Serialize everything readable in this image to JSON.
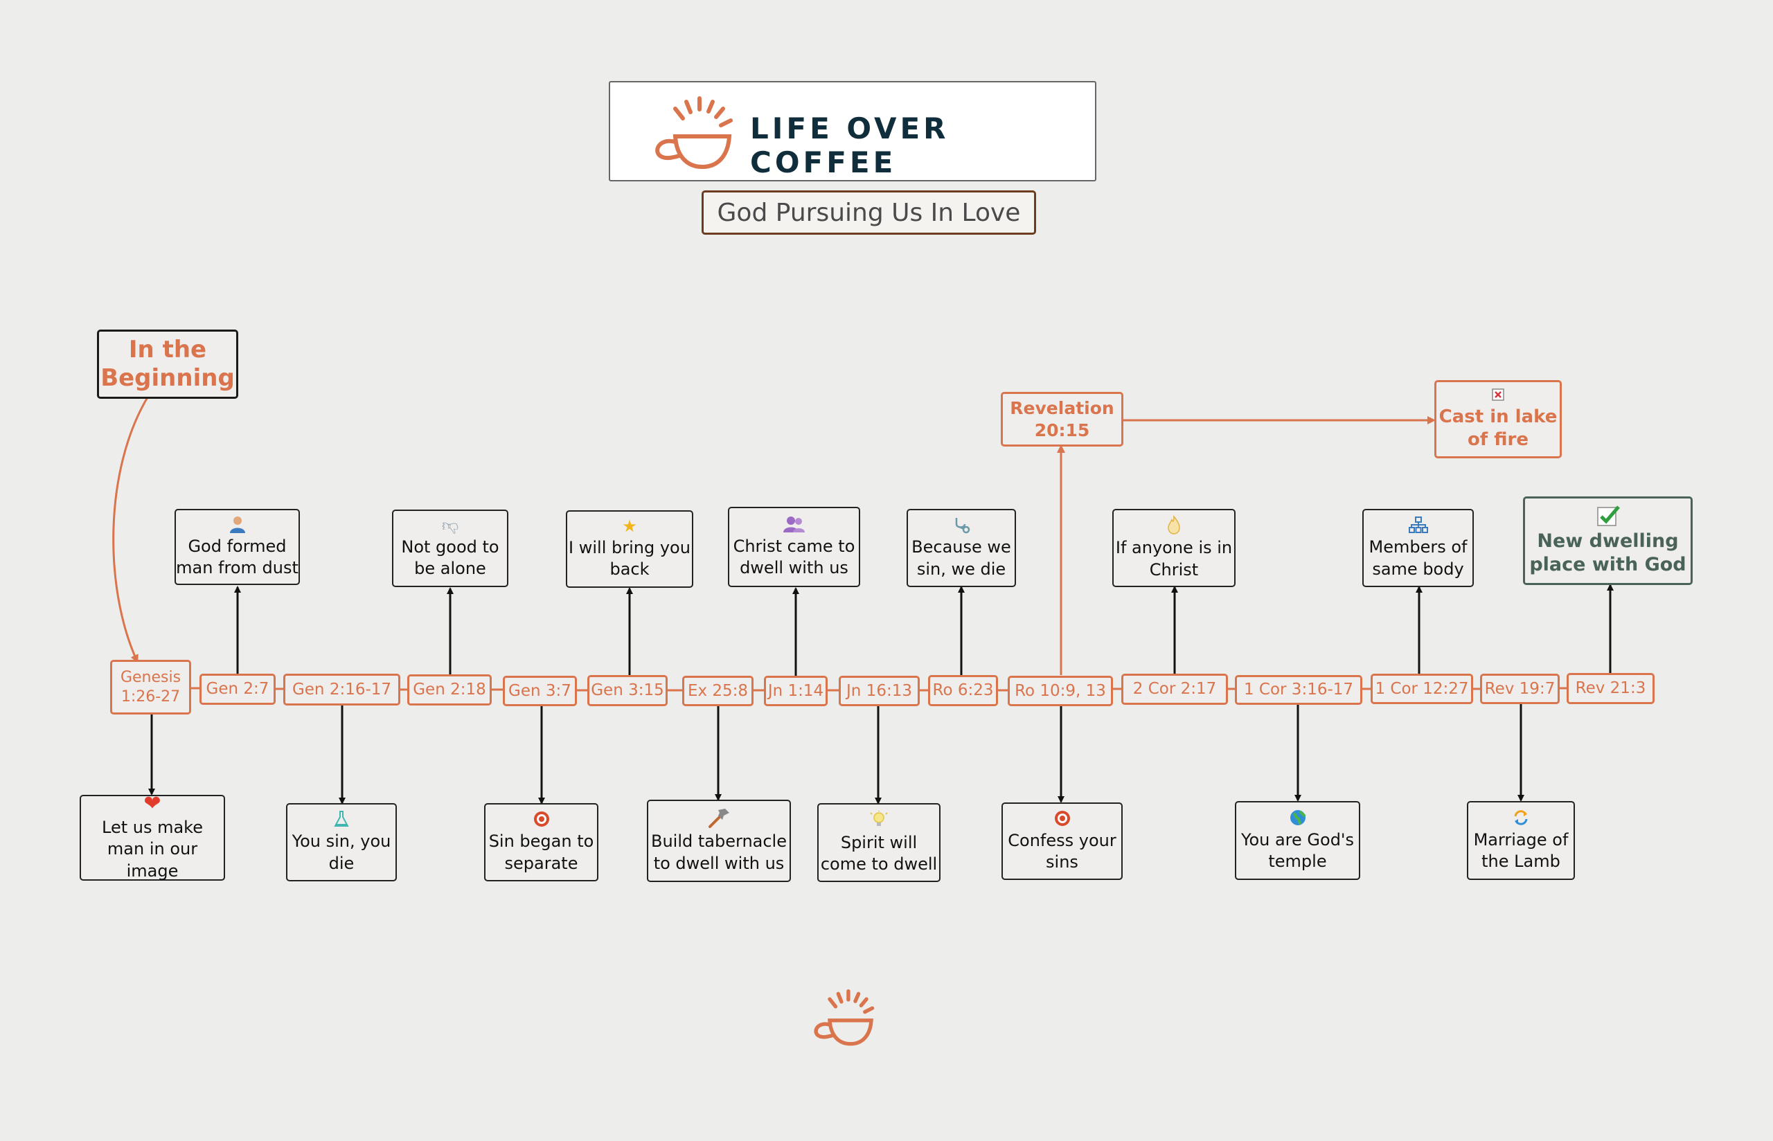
{
  "brand": {
    "name": "LIFE OVER COFFEE",
    "logo_color": "#d9744c",
    "text_color": "#0f2d3a"
  },
  "title": "God Pursuing Us In Love",
  "start": {
    "label": "In the Beginning"
  },
  "timeline": [
    {
      "ref": "Genesis 1:26-27",
      "below": {
        "text": "Let us make man in our image",
        "icon": "heart-icon"
      }
    },
    {
      "ref": "Gen 2:7",
      "above": {
        "text": "God formed man from dust",
        "icon": "person-icon"
      }
    },
    {
      "ref": "Gen 2:16-17",
      "below": {
        "text": "You sin, you die",
        "icon": "flask-icon"
      }
    },
    {
      "ref": "Gen 2:18",
      "above": {
        "text": "Not good to be alone",
        "icon": "thumbs-down-icon"
      }
    },
    {
      "ref": "Gen 3:7",
      "below": {
        "text": "Sin began to separate",
        "icon": "target-icon"
      }
    },
    {
      "ref": "Gen 3:15",
      "above": {
        "text": "I will bring you back",
        "icon": "star-icon"
      }
    },
    {
      "ref": "Ex 25:8",
      "below": {
        "text": "Build tabernacle to dwell with us",
        "icon": "hammer-icon"
      }
    },
    {
      "ref": "Jn 1:14",
      "above": {
        "text": "Christ came to dwell with us",
        "icon": "people-icon"
      }
    },
    {
      "ref": "Jn 16:13",
      "below": {
        "text": "Spirit will come to dwell",
        "icon": "lightbulb-icon"
      }
    },
    {
      "ref": "Ro 6:23",
      "above": {
        "text": "Because we sin, we die",
        "icon": "stethoscope-icon"
      }
    },
    {
      "ref": "Ro 10:9, 13",
      "below": {
        "text": "Confess your sins",
        "icon": "target-icon"
      }
    },
    {
      "ref": "2 Cor 2:17",
      "above": {
        "text": "If anyone is in Christ",
        "icon": "flame-icon"
      }
    },
    {
      "ref": "1 Cor 3:16-17",
      "below": {
        "text": "You are God's temple",
        "icon": "globe-icon"
      }
    },
    {
      "ref": "1 Cor 12:27",
      "above": {
        "text": "Members of same body",
        "icon": "org-chart-icon"
      }
    },
    {
      "ref": "Rev 19:7",
      "below": {
        "text": "Marriage of the Lamb",
        "icon": "refresh-icon"
      }
    },
    {
      "ref": "Rev 21:3",
      "above": {
        "text": "New dwelling place with God",
        "icon": "checkmark-icon"
      }
    }
  ],
  "branch": {
    "revelation": "Revelation 20:15",
    "lake": {
      "text": "Cast in lake of fire",
      "icon": "x-box-icon"
    }
  },
  "colors": {
    "accent": "#d9744c",
    "dark": "#222222",
    "green": "#4a6359",
    "background": "#ededeb"
  }
}
